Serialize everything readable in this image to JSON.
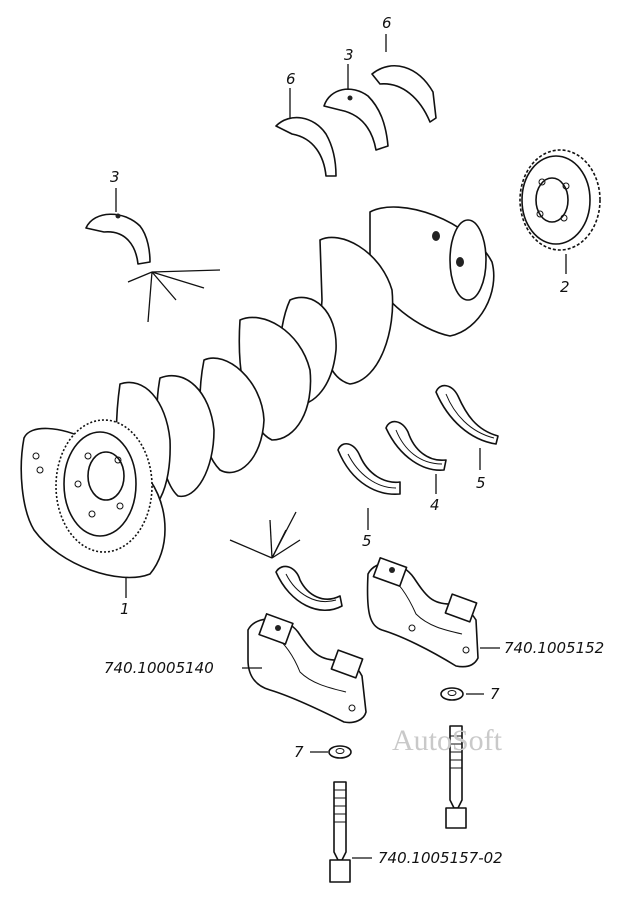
{
  "diagram": {
    "callouts": {
      "c1": "1",
      "c2": "2",
      "c3a": "3",
      "c3b": "3",
      "c4": "4",
      "c5a": "5",
      "c5b": "5",
      "c6a": "6",
      "c6b": "6",
      "c7a": "7",
      "c7b": "7",
      "cap_front": "740.10005140",
      "cap_rear": "740.1005152",
      "bolt": "740.1005157-02"
    },
    "watermark": "AutoSoft"
  }
}
